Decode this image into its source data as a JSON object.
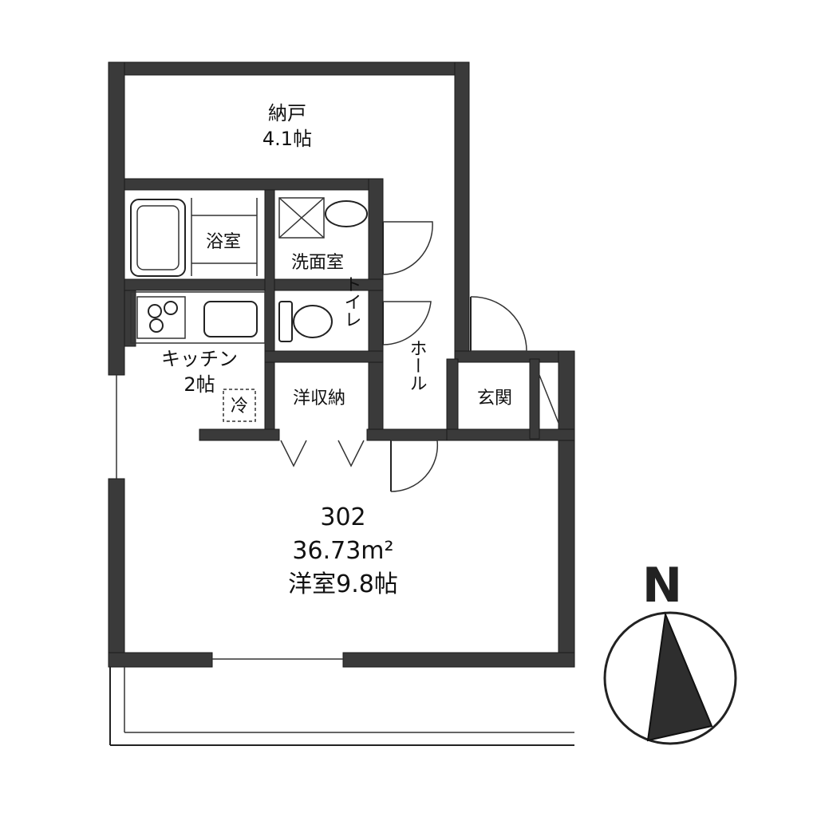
{
  "rooms": {
    "storage": {
      "name": "納戸",
      "size": "4.1帖"
    },
    "bath": {
      "name": "浴室"
    },
    "washroom": {
      "name": "洗面室"
    },
    "toilet": {
      "name": "トイレ"
    },
    "kitchen": {
      "name": "キッチン",
      "size": "2帖"
    },
    "fridge": {
      "name": "冷"
    },
    "closet": {
      "name": "洋収納"
    },
    "hall": {
      "name": "ホール"
    },
    "entrance": {
      "name": "玄関"
    },
    "main": {
      "unit": "302",
      "area": "36.73m²",
      "name": "洋室9.8帖"
    }
  },
  "compass": {
    "label": "N"
  }
}
